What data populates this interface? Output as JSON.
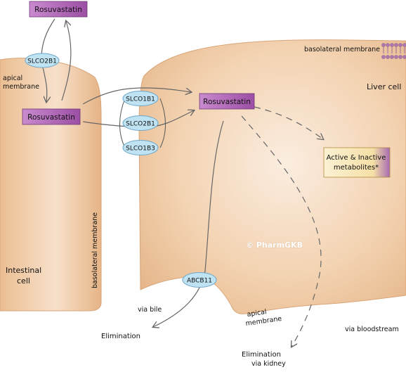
{
  "drugs": {
    "top": "Rosuvastatin",
    "intestine": "Rosuvastatin",
    "liver": "Rosuvastatin"
  },
  "metabolites": {
    "line1": "Active & Inactive",
    "line2": "metabolites*"
  },
  "transporters": {
    "slco2b1_apical": "SLCO2B1",
    "slco1b1": "SLCO1B1",
    "slco2b1_basolateral": "SLCO2B1",
    "slco1b3": "SLCO1B3",
    "abcb11": "ABCB11"
  },
  "labels": {
    "apical_membrane_1": "apical",
    "apical_membrane_2": "membrane",
    "basolateral_membrane_intestine": "basolateral membrane",
    "basolateral_membrane_liver": "basolateral membrane",
    "liver_cell": "Liver cell",
    "intestinal_cell_1": "Intestinal",
    "intestinal_cell_2": "cell",
    "liver_apical_1": "apical",
    "liver_apical_2": "membrane",
    "via_bile": "via bile",
    "elimination_bile": "Elimination",
    "via_bloodstream": "via bloodstream",
    "elimination_kidney_1": "Elimination",
    "elimination_kidney_2": "via kidney",
    "watermark": "© PharmGKB"
  },
  "colors": {
    "cell_fill": "#EFC89F",
    "cell_edge": "#D9A577",
    "drug_fill": "#B06EB7",
    "transporter_fill": "#BFE3F2",
    "transporter_stroke": "#6FA7C8",
    "metabolite_fill": "#F8E7B5",
    "arrow": "#666666"
  }
}
